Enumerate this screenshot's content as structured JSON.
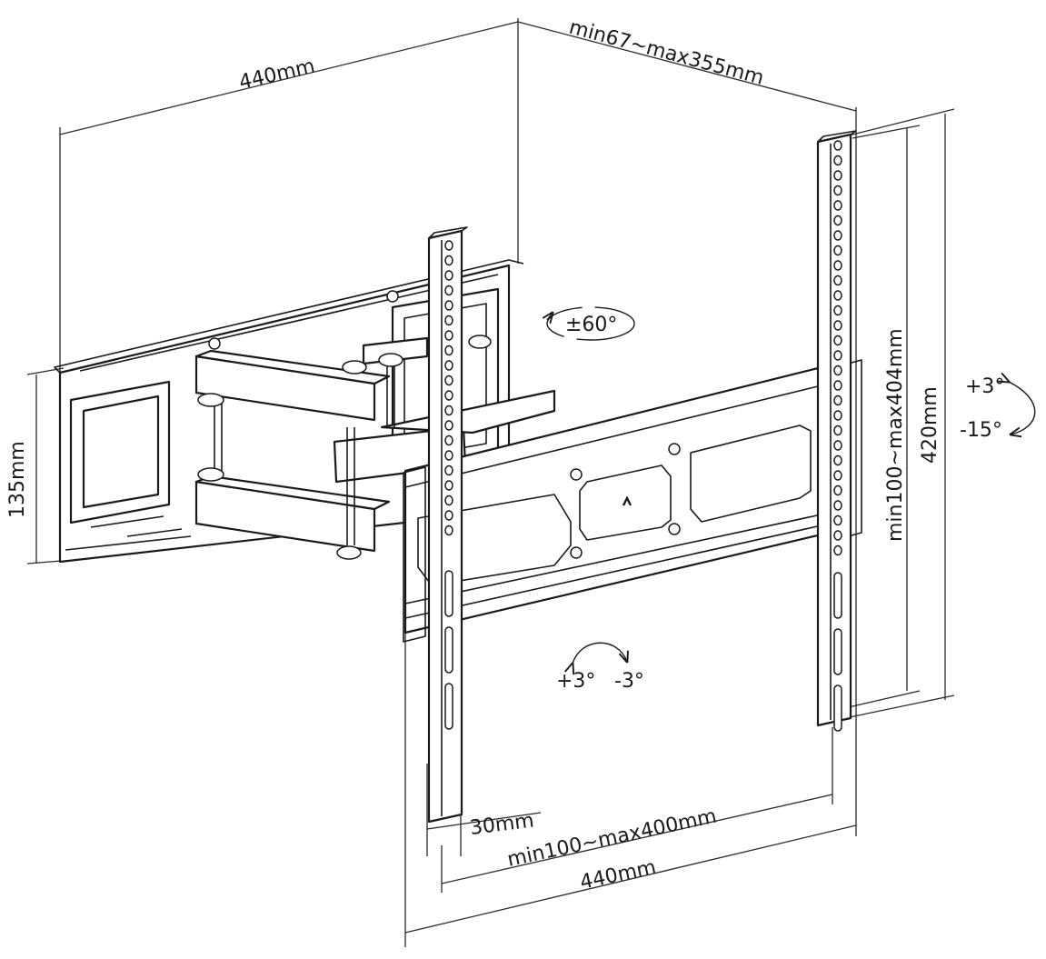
{
  "dimensions": {
    "wall_plate_width": "440mm",
    "arm_extension": "min67~max355mm",
    "wall_plate_height": "135mm",
    "bracket_height": "420mm",
    "vertical_hole_range": "min100~max404mm",
    "offset": "30mm",
    "horizontal_hole_range": "min100~max400mm",
    "bracket_width": "440mm"
  },
  "angles": {
    "swivel": "±60°",
    "tilt_up": "+3°",
    "tilt_down": "-15°",
    "level_plus": "+3°",
    "level_minus": "-3°"
  },
  "colors": {
    "line": "#1a1a1a",
    "background": "#ffffff"
  }
}
